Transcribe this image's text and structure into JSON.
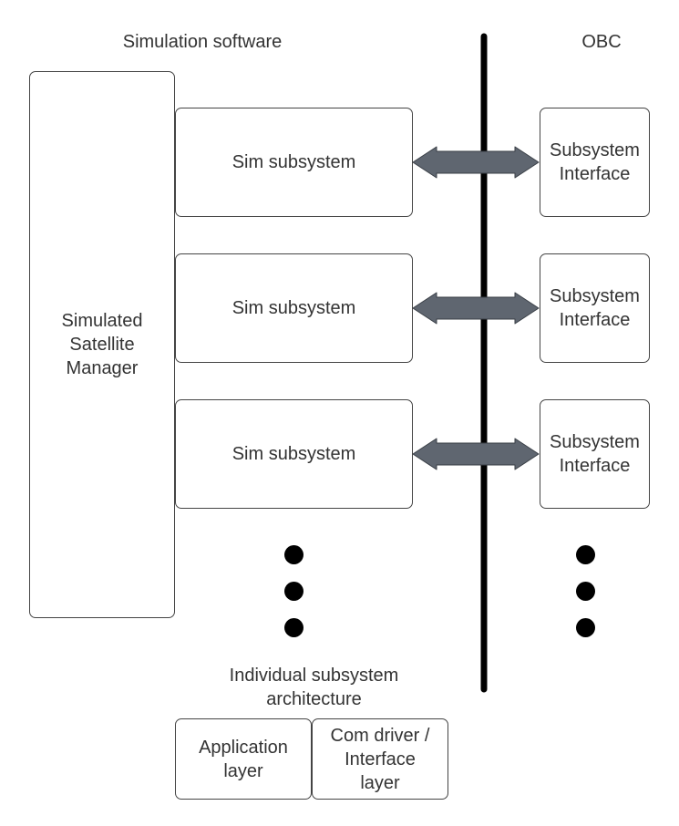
{
  "headers": {
    "left": "Simulation software",
    "right": "OBC"
  },
  "manager": {
    "label": "Simulated\nSatellite\nManager"
  },
  "rows": [
    {
      "sim_label": "Sim subsystem",
      "obc_label": "Subsystem\nInterface"
    },
    {
      "sim_label": "Sim subsystem",
      "obc_label": "Subsystem\nInterface"
    },
    {
      "sim_label": "Sim subsystem",
      "obc_label": "Subsystem\nInterface"
    }
  ],
  "architecture": {
    "title": "Individual subsystem\narchitecture",
    "layers": [
      {
        "label": "Application\nlayer"
      },
      {
        "label": "Com driver /\nInterface\nlayer"
      }
    ]
  },
  "colors": {
    "arrow_fill": "#5f6670",
    "divider": "#000000",
    "box_border": "#444444",
    "text": "#333333"
  }
}
